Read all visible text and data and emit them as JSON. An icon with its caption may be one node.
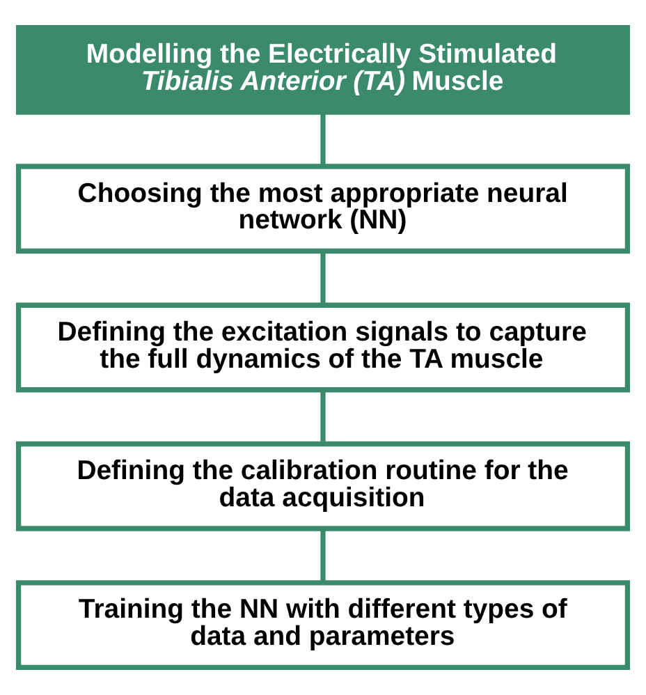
{
  "diagram": {
    "nodes": [
      {
        "text": [
          "Modelling the Electrically Stimulated *Tibialis Anterior (TA)* Muscle"
        ]
      },
      {
        "text": [
          "Choosing the most appropriate neural network (NN)"
        ]
      },
      {
        "text": [
          "Defining the excitation signals to capture the full dynamics of the TA muscle"
        ]
      },
      {
        "text": [
          "Defining the calibration routine for the data acquisition"
        ]
      },
      {
        "text": [
          "Training the NN with different types of data and parameters"
        ]
      }
    ],
    "edges": [
      {
        "from": 0,
        "to": 1,
        "arrow": "none"
      },
      {
        "from": 1,
        "to": 2,
        "arrow": "none"
      },
      {
        "from": 2,
        "to": 3,
        "arrow": "none"
      },
      {
        "from": 3,
        "to": 4,
        "arrow": "none"
      }
    ]
  }
}
